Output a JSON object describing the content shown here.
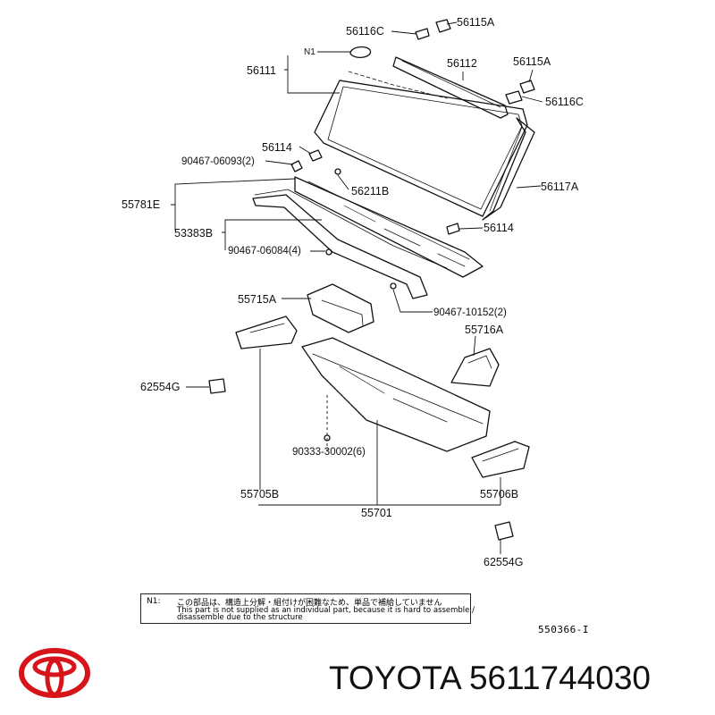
{
  "diagram": {
    "part_labels": {
      "p56116C_top": "56116C",
      "p56115A_top": "56115A",
      "pN1": "N1",
      "p56111": "56111",
      "p56112": "56112",
      "p56115A_right": "56115A",
      "p56116C_right": "56116C",
      "p56114_top": "56114",
      "p90467_06093": "90467-06093(2)",
      "p56211B": "56211B",
      "p55781E": "55781E",
      "p56117A": "56117A",
      "p53383B": "53383B",
      "p56114_right": "56114",
      "p90467_06084": "90467-06084(4)",
      "p55715A": "55715A",
      "p90467_10152": "90467-10152(2)",
      "p55716A": "55716A",
      "p62554G_left": "62554G",
      "p90333_30002": "90333-30002(6)",
      "p55705B": "55705B",
      "p55706B": "55706B",
      "p55701": "55701",
      "p62554G_bottom": "62554G"
    },
    "note": {
      "tag": "N1:",
      "japanese": "この部品は、構造上分解・組付けが困難なため、単品で補給していません",
      "english_line1": "This part is not supplied as an individual part, because it is hard to assemble /",
      "english_line2": "disassemble due to the structure"
    },
    "drawing_ref": "550366-I"
  },
  "footer": {
    "brand": "TOYOTA",
    "part_number": "5611744030",
    "logo_color": "#d7141a"
  }
}
